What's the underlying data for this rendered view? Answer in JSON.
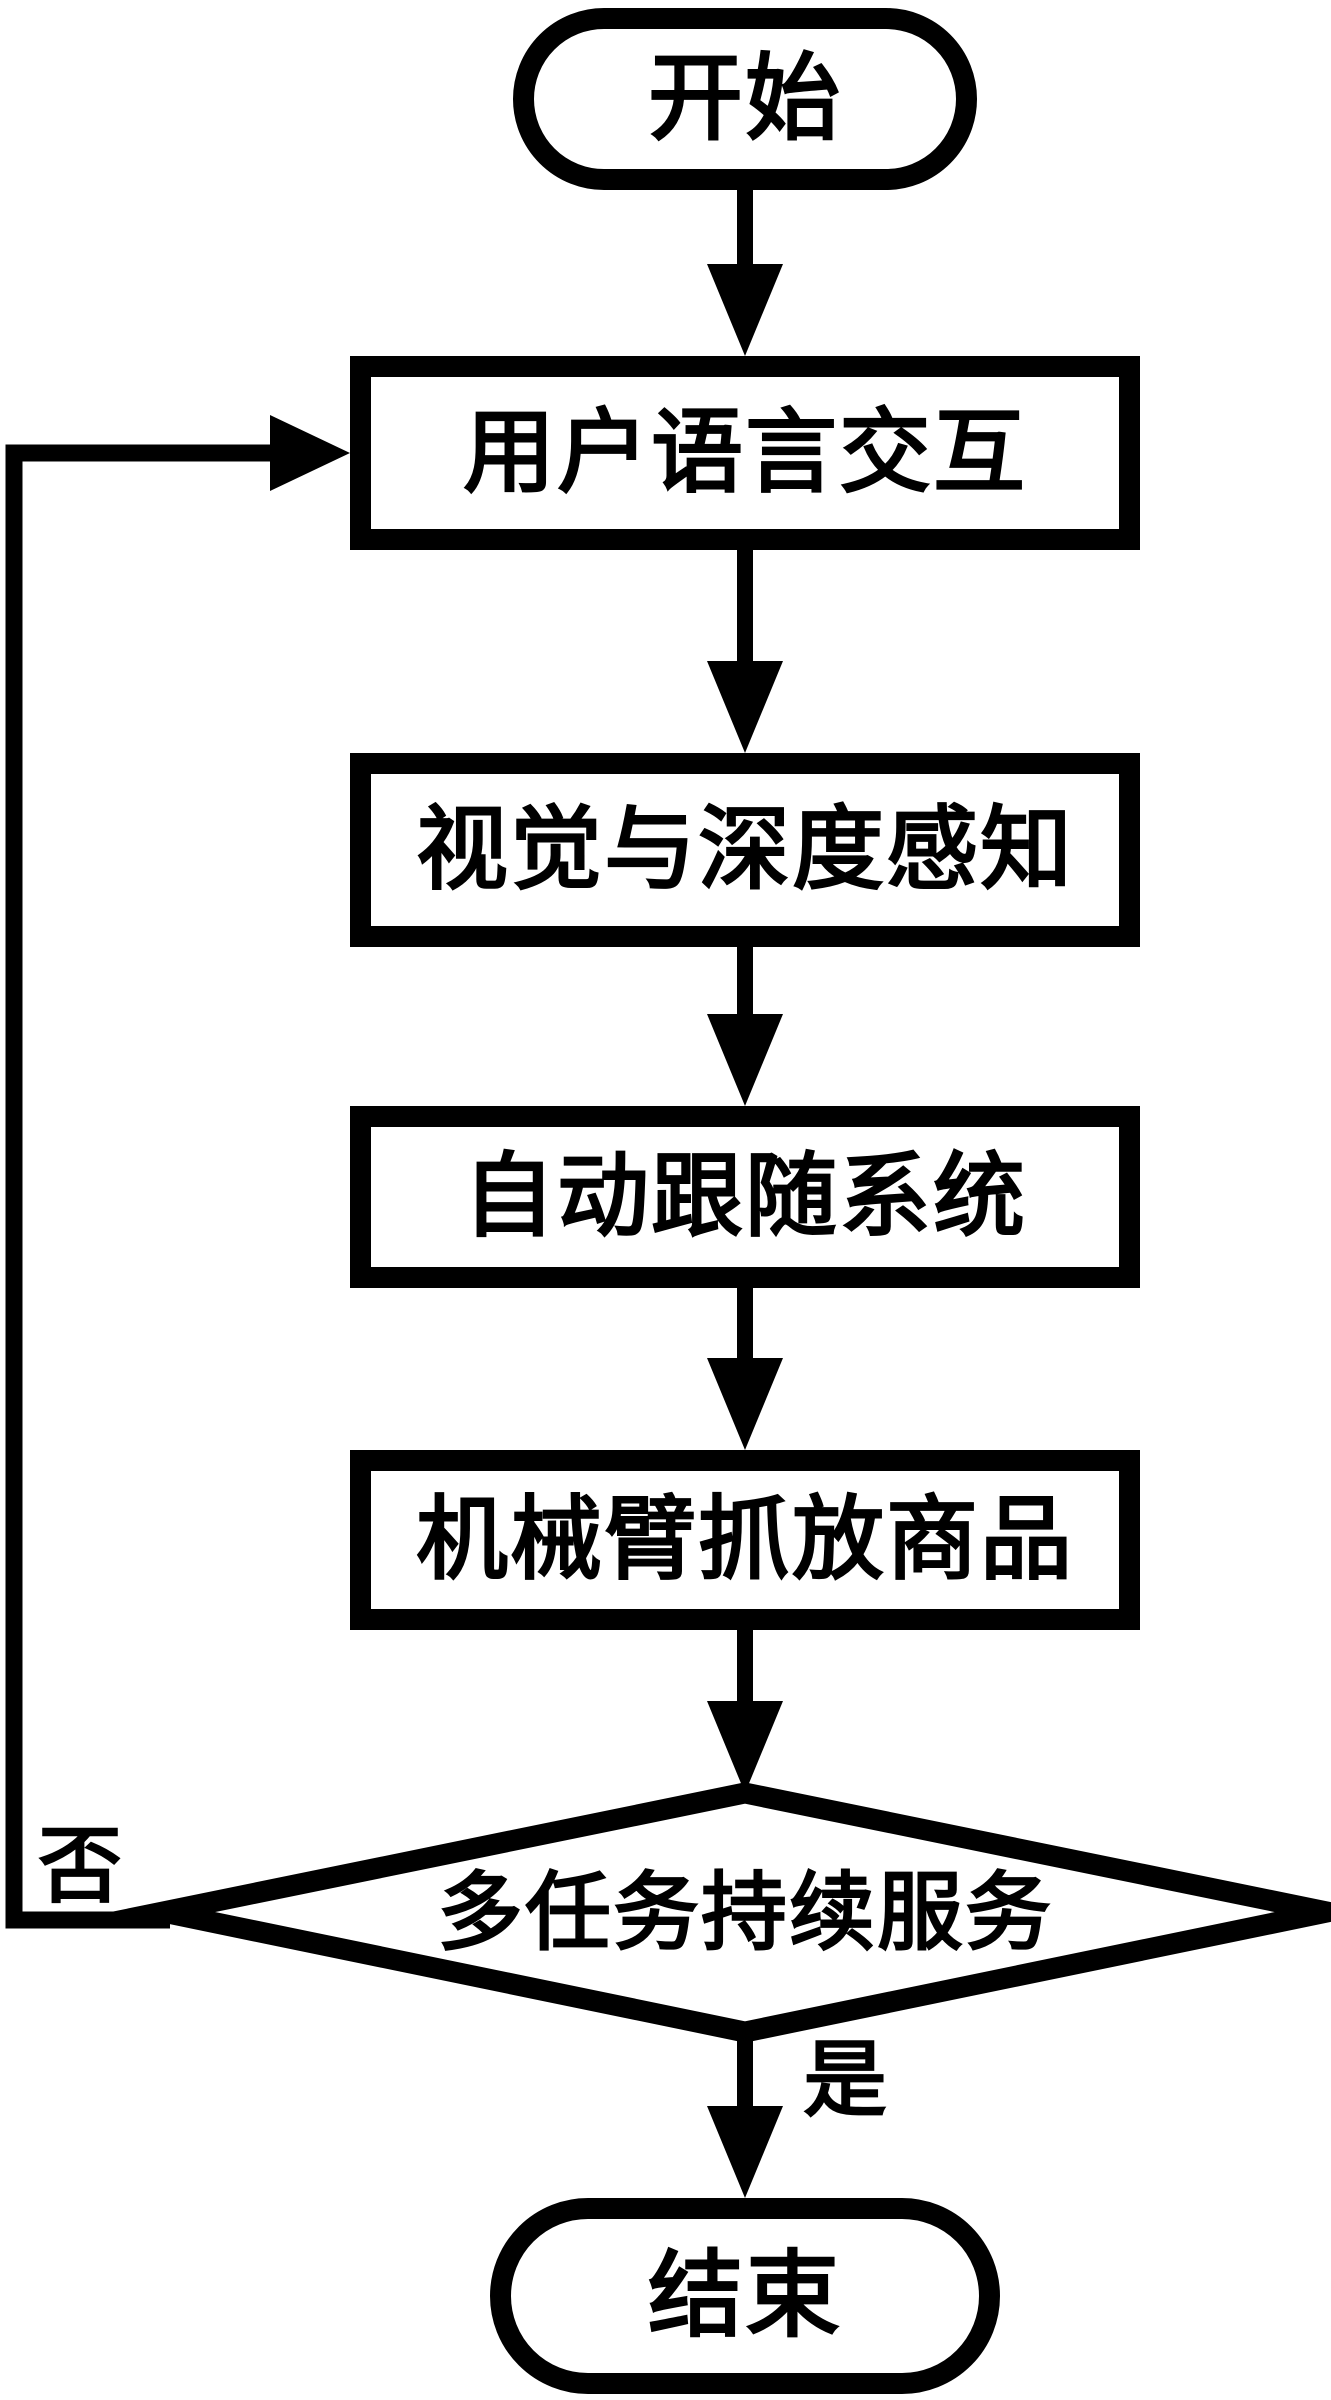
{
  "diagram": {
    "type": "flowchart",
    "nodes": [
      {
        "id": "start",
        "shape": "stadium",
        "label": "开始"
      },
      {
        "id": "user_language_interaction",
        "shape": "process",
        "label": "用户语言交互"
      },
      {
        "id": "vision_depth_perception",
        "shape": "process",
        "label": "视觉与深度感知"
      },
      {
        "id": "auto_follow_system",
        "shape": "process",
        "label": "自动跟随系统"
      },
      {
        "id": "robot_arm_pick_place_goods",
        "shape": "process",
        "label": "机械臂抓放商品"
      },
      {
        "id": "multitask_continuous_service",
        "shape": "decision",
        "label": "多任务持续服务"
      },
      {
        "id": "end",
        "shape": "stadium",
        "label": "结束"
      }
    ],
    "edges": [
      {
        "from": "start",
        "to": "user_language_interaction",
        "label": ""
      },
      {
        "from": "user_language_interaction",
        "to": "vision_depth_perception",
        "label": ""
      },
      {
        "from": "vision_depth_perception",
        "to": "auto_follow_system",
        "label": ""
      },
      {
        "from": "auto_follow_system",
        "to": "robot_arm_pick_place_goods",
        "label": ""
      },
      {
        "from": "robot_arm_pick_place_goods",
        "to": "multitask_continuous_service",
        "label": ""
      },
      {
        "from": "multitask_continuous_service",
        "to": "end",
        "label": "是"
      },
      {
        "from": "multitask_continuous_service",
        "to": "user_language_interaction",
        "label": "否"
      }
    ],
    "colors": {
      "stroke": "#000000",
      "fill": "#ffffff"
    }
  }
}
